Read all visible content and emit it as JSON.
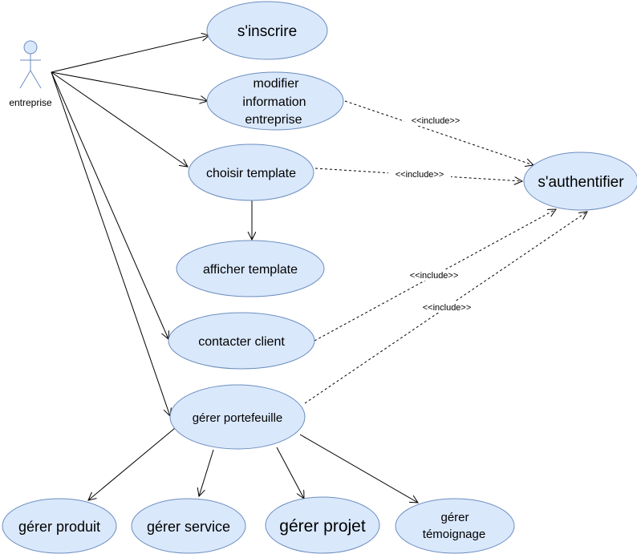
{
  "actor": {
    "label": "entreprise"
  },
  "use_cases": {
    "sinscrire": {
      "lines": [
        "s'inscrire"
      ]
    },
    "modifier": {
      "lines": [
        "modifier",
        "information",
        "entreprise"
      ]
    },
    "choisir": {
      "lines": [
        "choisir template"
      ]
    },
    "afficher": {
      "lines": [
        "afficher template"
      ]
    },
    "contacter": {
      "lines": [
        "contacter client"
      ]
    },
    "gerer_portefeuille": {
      "lines": [
        "gérer portefeuille"
      ]
    },
    "sauthentifier": {
      "lines": [
        "s'authentifier"
      ]
    },
    "gerer_produit": {
      "lines": [
        "gérer produit"
      ]
    },
    "gerer_service": {
      "lines": [
        "gérer service"
      ]
    },
    "gerer_projet": {
      "lines": [
        "gérer projet"
      ]
    },
    "gerer_temoignage": {
      "lines": [
        "gérer",
        "témoignage"
      ]
    }
  },
  "include_label": "<<include>>",
  "colors": {
    "use_case_fill": "#dae8fc",
    "use_case_stroke": "#6c8ebf",
    "line": "#000000"
  }
}
